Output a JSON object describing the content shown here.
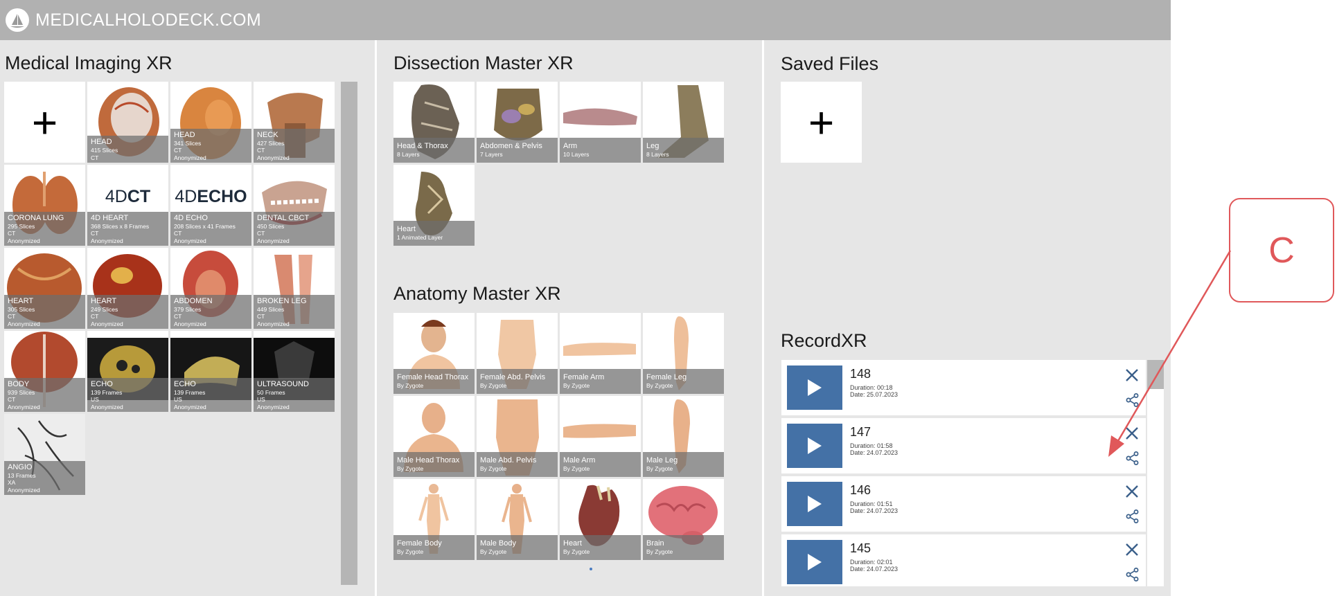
{
  "header": {
    "brand": "MEDICALHOLODECK.COM",
    "logo_icon": "sailboat-logo-icon"
  },
  "medical_imaging": {
    "title": "Medical Imaging XR",
    "tiles": [
      {
        "kind": "add",
        "label": "+"
      },
      {
        "kind": "scan",
        "name": "HEAD",
        "l1": "415 Slices",
        "l2": "CT",
        "l3": "",
        "art": "head-ct"
      },
      {
        "kind": "scan",
        "name": "HEAD",
        "l1": "341 Slices",
        "l2": "CT",
        "l3": "Anonymized",
        "art": "head-skin"
      },
      {
        "kind": "scan",
        "name": "NECK",
        "l1": "427 Slices",
        "l2": "CT",
        "l3": "Anonymized",
        "art": "neck"
      },
      {
        "kind": "scan",
        "name": "CORONA LUNG",
        "l1": "295 Slices",
        "l2": "CT",
        "l3": "Anonymized",
        "art": "lung"
      },
      {
        "kind": "scan",
        "name": "4D HEART",
        "l1": "368 Slices x 8 Frames",
        "l2": "CT",
        "l3": "Anonymized",
        "art": "logo-4dct",
        "logo_a": "4D",
        "logo_b": "CT"
      },
      {
        "kind": "scan",
        "name": "4D ECHO",
        "l1": "208 Slices x 41 Frames",
        "l2": "CT",
        "l3": "Anonymized",
        "art": "logo-4decho",
        "logo_a": "4D",
        "logo_b": "ECHO"
      },
      {
        "kind": "scan",
        "name": "DENTAL CBCT",
        "l1": "450 Slices",
        "l2": "CT",
        "l3": "Anonymized",
        "art": "dental"
      },
      {
        "kind": "scan",
        "name": "HEART",
        "l1": "305 Slices",
        "l2": "CT",
        "l3": "Anonymized",
        "art": "heart1"
      },
      {
        "kind": "scan",
        "name": "HEART",
        "l1": "249 Slices",
        "l2": "CT",
        "l3": "Anonymized",
        "art": "heart2"
      },
      {
        "kind": "scan",
        "name": "ABDOMEN",
        "l1": "379 Slices",
        "l2": "CT",
        "l3": "Anonymized",
        "art": "abdomen"
      },
      {
        "kind": "scan",
        "name": "BROKEN LEG",
        "l1": "449 Slices",
        "l2": "CT",
        "l3": "Anonymized",
        "art": "leg"
      },
      {
        "kind": "scan",
        "name": "BODY",
        "l1": "939 Slices",
        "l2": "CT",
        "l3": "Anonymized",
        "art": "body"
      },
      {
        "kind": "scan",
        "name": "ECHO",
        "l1": "139 Frames",
        "l2": "US",
        "l3": "Anonymized",
        "art": "echo1"
      },
      {
        "kind": "scan",
        "name": "ECHO",
        "l1": "139 Frames",
        "l2": "US",
        "l3": "Anonymized",
        "art": "echo2"
      },
      {
        "kind": "scan",
        "name": "ULTRASOUND",
        "l1": "50 Frames",
        "l2": "US",
        "l3": "Anonymized",
        "art": "ultrasound"
      },
      {
        "kind": "scan",
        "name": "ANGIO",
        "l1": "13 Frames",
        "l2": "XA",
        "l3": "Anonymized",
        "art": "angio"
      }
    ]
  },
  "dissection": {
    "title": "Dissection Master XR",
    "tiles": [
      {
        "name": "Head & Thorax",
        "l1": "8 Layers",
        "art": "dis-head"
      },
      {
        "name": "Abdomen & Pelvis",
        "l1": "7 Layers",
        "art": "dis-abd"
      },
      {
        "name": "Arm",
        "l1": "10 Layers",
        "art": "dis-arm"
      },
      {
        "name": "Leg",
        "l1": "8 Layers",
        "art": "dis-leg"
      },
      {
        "name": "Heart",
        "l1": "1 Animated Layer",
        "art": "dis-heart"
      }
    ]
  },
  "anatomy": {
    "title": "Anatomy Master XR",
    "tiles": [
      {
        "name": "Female Head Thorax",
        "l1": "By Zygote",
        "art": "f-head"
      },
      {
        "name": "Female Abd. Pelvis",
        "l1": "By Zygote",
        "art": "f-torso"
      },
      {
        "name": "Female Arm",
        "l1": "By Zygote",
        "art": "f-arm"
      },
      {
        "name": "Female Leg",
        "l1": "By Zygote",
        "art": "f-leg"
      },
      {
        "name": "Male Head Thorax",
        "l1": "By Zygote",
        "art": "m-head"
      },
      {
        "name": "Male Abd. Pelvis",
        "l1": "By Zygote",
        "art": "m-torso"
      },
      {
        "name": "Male Arm",
        "l1": "By Zygote",
        "art": "m-arm"
      },
      {
        "name": "Male Leg",
        "l1": "By Zygote",
        "art": "m-leg"
      },
      {
        "name": "Female Body",
        "l1": "By Zygote",
        "art": "f-body"
      },
      {
        "name": "Male Body",
        "l1": "By Zygote",
        "art": "m-body"
      },
      {
        "name": "Heart",
        "l1": "By Zygote",
        "art": "a-heart"
      },
      {
        "name": "Brain",
        "l1": "By Zygote",
        "art": "a-brain"
      }
    ]
  },
  "saved_files": {
    "title": "Saved Files",
    "add_label": "+"
  },
  "record_xr": {
    "title": "RecordXR",
    "items": [
      {
        "number": "148",
        "duration": "Duration: 00:18",
        "date": "Date: 25.07.2023"
      },
      {
        "number": "147",
        "duration": "Duration: 01:58",
        "date": "Date: 24.07.2023"
      },
      {
        "number": "146",
        "duration": "Duration: 01:51",
        "date": "Date: 24.07.2023"
      },
      {
        "number": "145",
        "duration": "Duration: 02:01",
        "date": "Date: 24.07.2023"
      }
    ],
    "icons": {
      "play": "play-icon",
      "close": "close-icon",
      "share": "share-icon"
    }
  },
  "callout": {
    "label": "C",
    "color": "#e0585a"
  },
  "colors": {
    "topbar": "#b1b1b1",
    "panel": "#e6e6e6",
    "play_button": "#4471a6",
    "icon_blue": "#3a5f8a"
  }
}
